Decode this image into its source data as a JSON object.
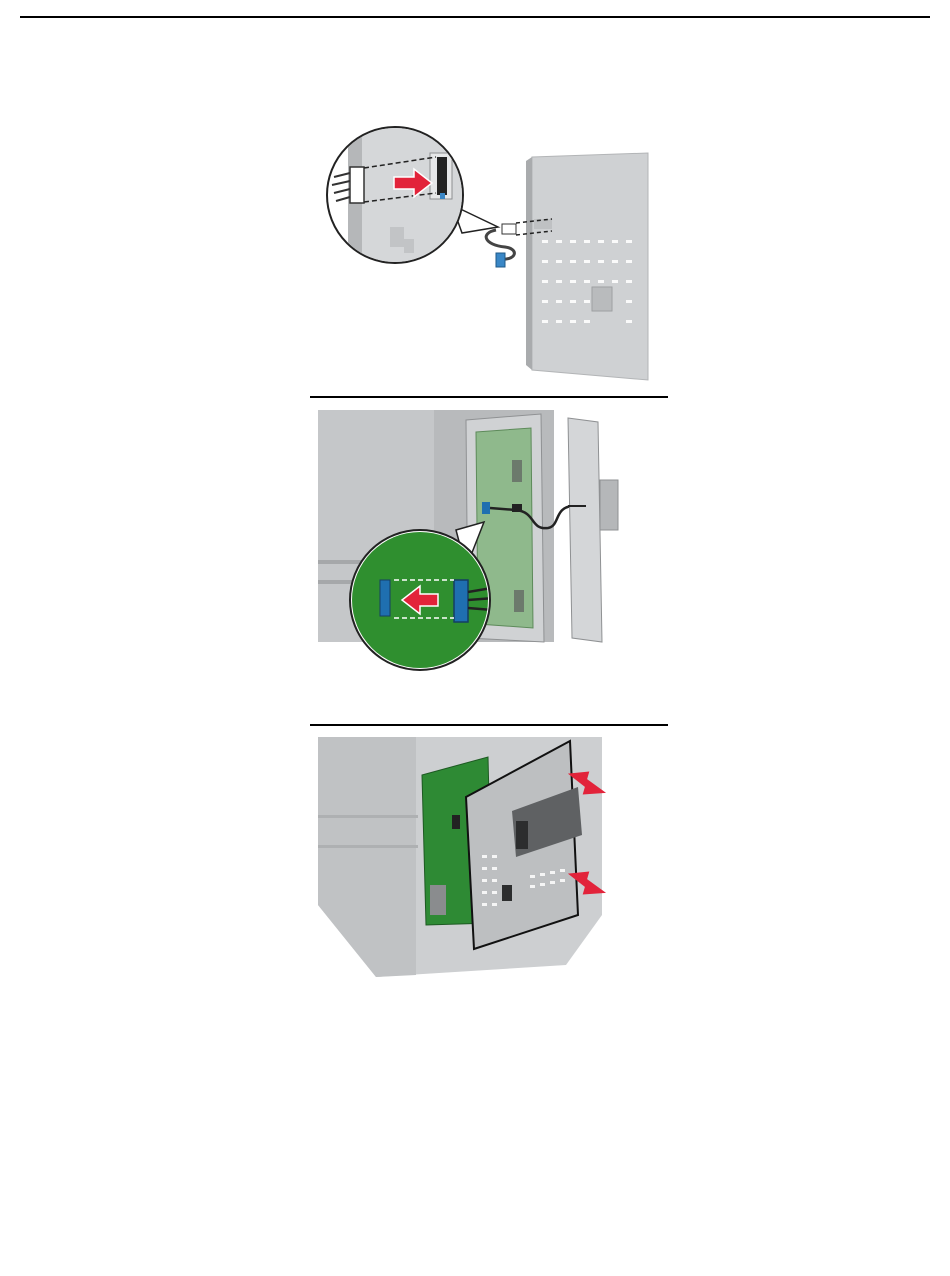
{
  "page": {
    "figures": [
      {
        "id": "step-1",
        "icon": "arrow-right-icon",
        "colors": {
          "arrow": "#e2233a",
          "cover": "#c9cbcd",
          "connector": "#3a87c6"
        }
      },
      {
        "id": "step-2",
        "icon": "arrow-left-icon",
        "colors": {
          "arrow": "#e2233a",
          "board": "#2f8f2f",
          "connector": "#1f6fb0"
        }
      },
      {
        "id": "step-3",
        "icon": "push-arrows-icon",
        "colors": {
          "arrow": "#e2233a",
          "cover": "#bdbfc1",
          "board": "#2e8a34"
        }
      }
    ]
  }
}
